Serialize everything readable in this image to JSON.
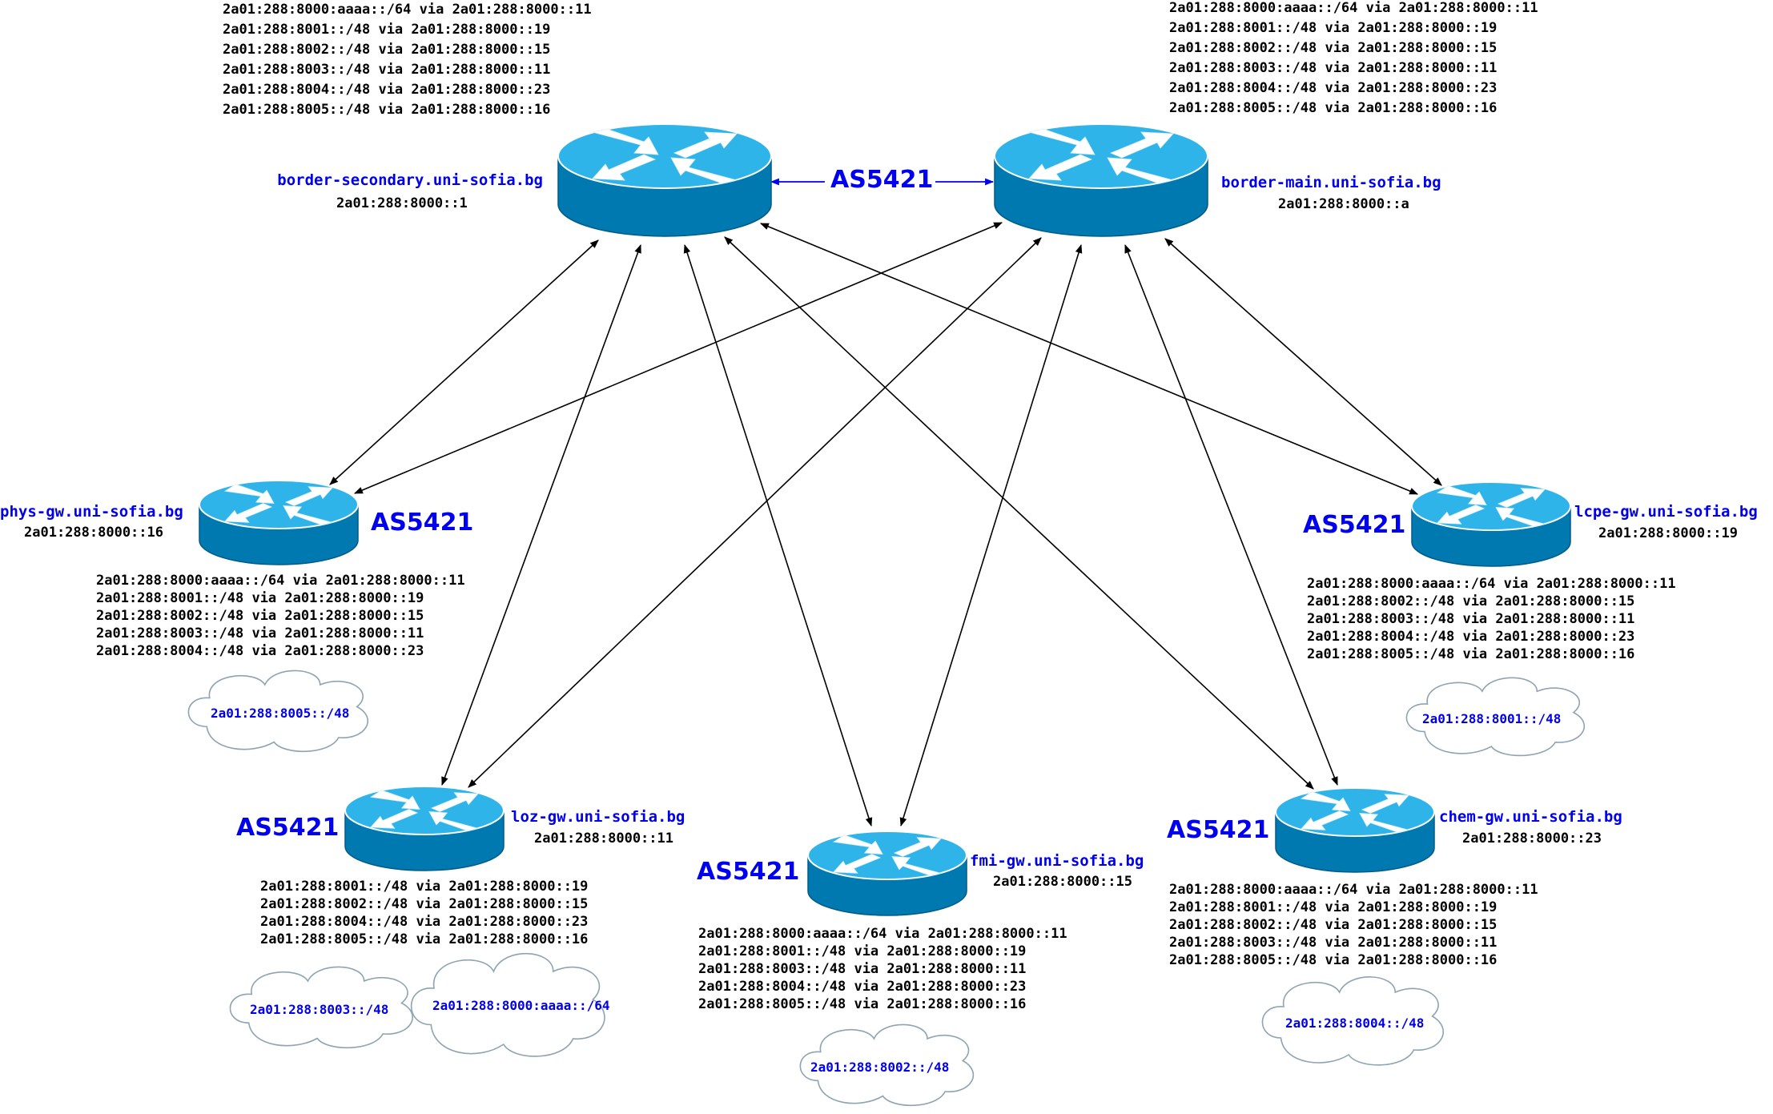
{
  "colors": {
    "router_top": "#2fb4ea",
    "router_side": "#0079b0",
    "router_rim": "#ffffff",
    "link": "#000000",
    "label_blue": "#0000ee",
    "cloud_stroke": "#8ea4b2"
  },
  "icons": {
    "router": "router-icon",
    "cloud": "cloud-icon"
  },
  "center_as_label": "AS5421",
  "routers": {
    "border_secondary": {
      "hostname": "border-secondary.uni-sofia.bg",
      "address": "2a01:288:8000::1",
      "routes": [
        "2a01:288:8000:aaaa::/64 via 2a01:288:8000::11",
        "2a01:288:8001::/48 via 2a01:288:8000::19",
        "2a01:288:8002::/48 via 2a01:288:8000::15",
        "2a01:288:8003::/48 via 2a01:288:8000::11",
        "2a01:288:8004::/48 via 2a01:288:8000::23",
        "2a01:288:8005::/48 via 2a01:288:8000::16"
      ]
    },
    "border_main": {
      "hostname": "border-main.uni-sofia.bg",
      "address": "2a01:288:8000::a",
      "routes": [
        "2a01:288:8000:aaaa::/64 via 2a01:288:8000::11",
        "2a01:288:8001::/48 via 2a01:288:8000::19",
        "2a01:288:8002::/48 via 2a01:288:8000::15",
        "2a01:288:8003::/48 via 2a01:288:8000::11",
        "2a01:288:8004::/48 via 2a01:288:8000::23",
        "2a01:288:8005::/48 via 2a01:288:8000::16"
      ]
    },
    "phys_gw": {
      "hostname": "phys-gw.uni-sofia.bg",
      "address": "2a01:288:8000::16",
      "as_label": "AS5421",
      "routes": [
        "2a01:288:8000:aaaa::/64 via 2a01:288:8000::11",
        "2a01:288:8001::/48 via 2a01:288:8000::19",
        "2a01:288:8002::/48 via 2a01:288:8000::15",
        "2a01:288:8003::/48 via 2a01:288:8000::11",
        "2a01:288:8004::/48 via 2a01:288:8000::23"
      ],
      "networks": [
        "2a01:288:8005::/48"
      ]
    },
    "lcpe_gw": {
      "hostname": "lcpe-gw.uni-sofia.bg",
      "address": "2a01:288:8000::19",
      "as_label": "AS5421",
      "routes": [
        "2a01:288:8000:aaaa::/64 via 2a01:288:8000::11",
        "2a01:288:8002::/48 via 2a01:288:8000::15",
        "2a01:288:8003::/48 via 2a01:288:8000::11",
        "2a01:288:8004::/48 via 2a01:288:8000::23",
        "2a01:288:8005::/48 via 2a01:288:8000::16"
      ],
      "networks": [
        "2a01:288:8001::/48"
      ]
    },
    "loz_gw": {
      "hostname": "loz-gw.uni-sofia.bg",
      "address": "2a01:288:8000::11",
      "as_label": "AS5421",
      "routes": [
        "2a01:288:8001::/48 via 2a01:288:8000::19",
        "2a01:288:8002::/48 via 2a01:288:8000::15",
        "2a01:288:8004::/48 via 2a01:288:8000::23",
        "2a01:288:8005::/48 via 2a01:288:8000::16"
      ],
      "networks": [
        "2a01:288:8003::/48",
        "2a01:288:8000:aaaa::/64"
      ]
    },
    "fmi_gw": {
      "hostname": "fmi-gw.uni-sofia.bg",
      "address": "2a01:288:8000::15",
      "as_label": "AS5421",
      "routes": [
        "2a01:288:8000:aaaa::/64 via 2a01:288:8000::11",
        "2a01:288:8001::/48 via 2a01:288:8000::19",
        "2a01:288:8003::/48 via 2a01:288:8000::11",
        "2a01:288:8004::/48 via 2a01:288:8000::23",
        "2a01:288:8005::/48 via 2a01:288:8000::16"
      ],
      "networks": [
        "2a01:288:8002::/48"
      ]
    },
    "chem_gw": {
      "hostname": "chem-gw.uni-sofia.bg",
      "address": "2a01:288:8000::23",
      "as_label": "AS5421",
      "routes": [
        "2a01:288:8000:aaaa::/64 via 2a01:288:8000::11",
        "2a01:288:8001::/48 via 2a01:288:8000::19",
        "2a01:288:8002::/48 via 2a01:288:8000::15",
        "2a01:288:8003::/48 via 2a01:288:8000::11",
        "2a01:288:8005::/48 via 2a01:288:8000::16"
      ],
      "networks": [
        "2a01:288:8004::/48"
      ]
    }
  },
  "links": [
    {
      "from": "border_secondary",
      "to": "border_main",
      "type": "ibgp-peer"
    },
    {
      "from": "border_secondary",
      "to": "phys_gw"
    },
    {
      "from": "border_secondary",
      "to": "loz_gw"
    },
    {
      "from": "border_secondary",
      "to": "fmi_gw"
    },
    {
      "from": "border_secondary",
      "to": "chem_gw"
    },
    {
      "from": "border_secondary",
      "to": "lcpe_gw"
    },
    {
      "from": "border_main",
      "to": "phys_gw"
    },
    {
      "from": "border_main",
      "to": "loz_gw"
    },
    {
      "from": "border_main",
      "to": "fmi_gw"
    },
    {
      "from": "border_main",
      "to": "chem_gw"
    },
    {
      "from": "border_main",
      "to": "lcpe_gw"
    }
  ]
}
